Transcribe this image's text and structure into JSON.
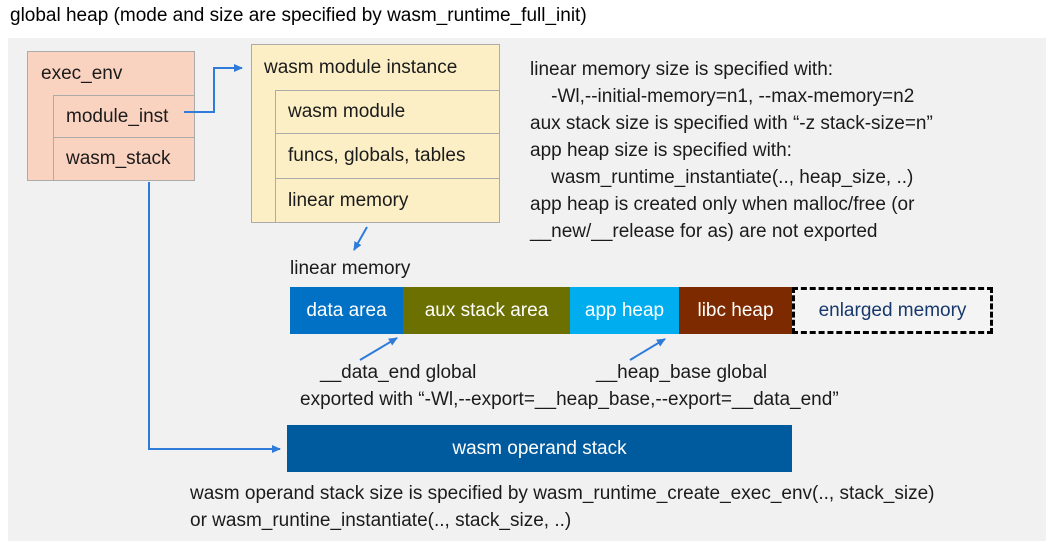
{
  "title": "global heap (mode and size are specified by wasm_runtime_full_init)",
  "exec_env": {
    "header": "exec_env",
    "rows": [
      "module_inst",
      "wasm_stack"
    ]
  },
  "module_instance": {
    "header": "wasm module instance",
    "rows": [
      "wasm module",
      "funcs, globals, tables",
      "linear memory"
    ]
  },
  "notes_right": [
    "linear memory size is specified with:",
    "    -Wl,--initial-memory=n1, --max-memory=n2",
    "aux stack size is specified with “-z stack-size=n”",
    "app heap size is specified with:",
    "    wasm_runtime_instantiate(.., heap_size, ..)",
    "app heap is created only when malloc/free (or",
    "__new/__release for as) are not exported"
  ],
  "linear_memory": {
    "label": "linear memory",
    "segments": [
      {
        "label": "data area",
        "color": "#0071c5"
      },
      {
        "label": "aux stack area",
        "color": "#6b7000"
      },
      {
        "label": "app heap",
        "color": "#00aeef"
      },
      {
        "label": "libc heap",
        "color": "#7e2a00"
      }
    ],
    "enlarged_label": "enlarged memory"
  },
  "annotations": {
    "data_end": "__data_end global",
    "heap_base": "__heap_base global",
    "exported": "exported with “-Wl,--export=__heap_base,--export=__data_end”"
  },
  "operand_stack": {
    "label": "wasm operand stack",
    "color": "#005b9e"
  },
  "notes_bottom": [
    "wasm operand stack size is specified by wasm_runtime_create_exec_env(.., stack_size)",
    "or wasm_runtine_instantiate(.., stack_size, ..)"
  ],
  "colors": {
    "panel_bg": "#f1f1f2",
    "exec_env_fill": "#fad2c0",
    "module_instance_fill": "#fcefc6",
    "box_border": "#ababab",
    "arrow_blue": "#2f7bd9",
    "enlarged_text": "#17386b"
  }
}
